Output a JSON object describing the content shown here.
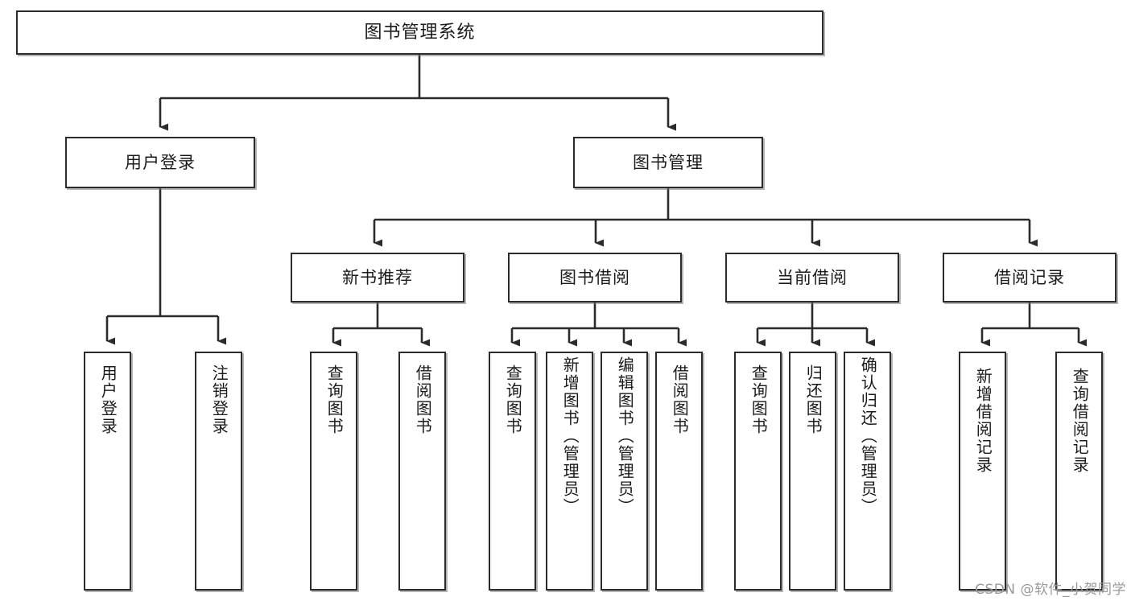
{
  "diagram": {
    "title": "图书管理系统",
    "type": "tree-hierarchy",
    "watermark": "CSDN @软件_小贺同学",
    "colors": {
      "box_border": "#2b2b2b",
      "box_fill": "#ffffff",
      "edge": "#2b2b2b",
      "background": "#ffffff",
      "watermark": "#9a9a9a"
    }
  },
  "nodes": {
    "root": {
      "label": "图书管理系统",
      "level": 1
    },
    "level2": [
      {
        "id": "user-login",
        "label": "用户登录"
      },
      {
        "id": "book-manage",
        "label": "图书管理"
      }
    ],
    "level3": [
      {
        "id": "new-book-recommend",
        "label": "新书推荐"
      },
      {
        "id": "book-borrow",
        "label": "图书借阅"
      },
      {
        "id": "current-borrow",
        "label": "当前借阅"
      },
      {
        "id": "borrow-record",
        "label": "借阅记录"
      }
    ],
    "leaves": {
      "user-login": [
        {
          "id": "leaf-user-login",
          "label": "用户登录"
        },
        {
          "id": "leaf-logout-login",
          "label": "注销登录"
        }
      ],
      "new-book-recommend": [
        {
          "id": "leaf-query-book-1",
          "label": "查询图书"
        },
        {
          "id": "leaf-borrow-book-1",
          "label": "借阅图书"
        }
      ],
      "book-borrow": [
        {
          "id": "leaf-query-book-2",
          "label": "查询图书"
        },
        {
          "id": "leaf-add-book",
          "label": "新增图书（管理员）"
        },
        {
          "id": "leaf-edit-book",
          "label": "编辑图书（管理员）"
        },
        {
          "id": "leaf-borrow-book-2",
          "label": "借阅图书"
        }
      ],
      "current-borrow": [
        {
          "id": "leaf-query-book-3",
          "label": "查询图书"
        },
        {
          "id": "leaf-return-book",
          "label": "归还图书"
        },
        {
          "id": "leaf-confirm-return",
          "label": "确认归还（管理员）"
        }
      ],
      "borrow-record": [
        {
          "id": "leaf-add-record",
          "label": "新增借阅记录"
        },
        {
          "id": "leaf-query-record",
          "label": "查询借阅记录"
        }
      ]
    }
  }
}
